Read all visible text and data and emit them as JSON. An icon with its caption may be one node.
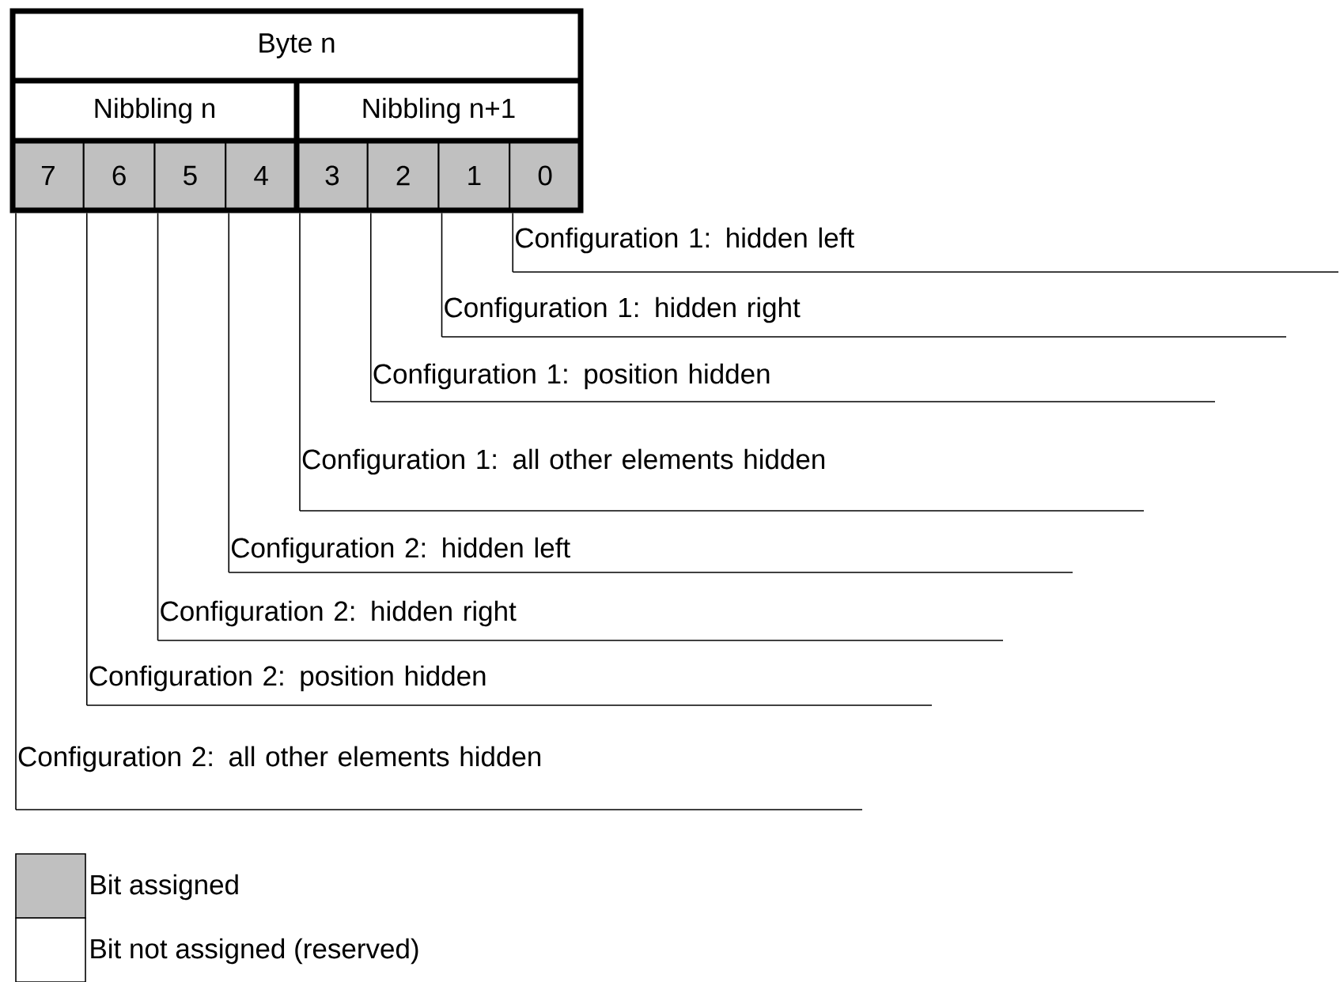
{
  "diagram": {
    "nodes": [
      {
        "text": [
          "Byte n"
        ]
      },
      {
        "text": [
          "Nibbling n"
        ]
      },
      {
        "text": [
          "Nibbling n+1"
        ]
      },
      {
        "text": [
          "7"
        ]
      },
      {
        "text": [
          "6"
        ]
      },
      {
        "text": [
          "5"
        ]
      },
      {
        "text": [
          "4"
        ]
      },
      {
        "text": [
          "3"
        ]
      },
      {
        "text": [
          "2"
        ]
      },
      {
        "text": [
          "1"
        ]
      },
      {
        "text": [
          "0"
        ]
      },
      {
        "text": [
          "Configuration 1: hidden left"
        ]
      },
      {
        "text": [
          "Configuration 1: hidden right"
        ]
      },
      {
        "text": [
          "Configuration 1: position hidden"
        ]
      },
      {
        "text": [
          "Configuration 1: all other elements hidden"
        ]
      },
      {
        "text": [
          "Configuration 2: hidden left"
        ]
      },
      {
        "text": [
          "Configuration 2: hidden right"
        ]
      },
      {
        "text": [
          "Configuration 2: position hidden"
        ]
      },
      {
        "text": [
          "Configuration 2: all other elements hidden"
        ]
      }
    ],
    "edges": [
      {
        "from": 10,
        "to": 11,
        "arrow": "none"
      },
      {
        "from": 9,
        "to": 12,
        "arrow": "none"
      },
      {
        "from": 8,
        "to": 13,
        "arrow": "none"
      },
      {
        "from": 7,
        "to": 14,
        "arrow": "none"
      },
      {
        "from": 6,
        "to": 15,
        "arrow": "none"
      },
      {
        "from": 5,
        "to": 16,
        "arrow": "none"
      },
      {
        "from": 4,
        "to": 17,
        "arrow": "none"
      },
      {
        "from": 3,
        "to": 18,
        "arrow": "none"
      }
    ],
    "legend": [
      {
        "text": "Bit assigned",
        "color": "#c0c0c0"
      },
      {
        "text": "Bit not assigned (reserved)",
        "color": "#ffffff"
      }
    ]
  }
}
